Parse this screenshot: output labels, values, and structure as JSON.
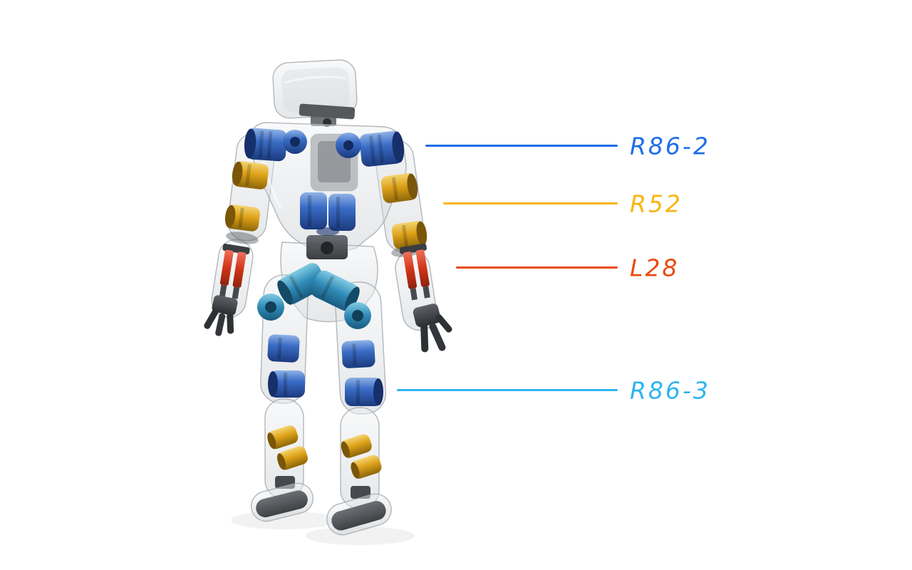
{
  "figure": {
    "description": "Translucent humanoid robot render showing color-coded internal actuators",
    "background_color": "#ffffff"
  },
  "callouts": [
    {
      "label": "R86-2",
      "color": "#1e6ee8",
      "target_part": "shoulder-actuator"
    },
    {
      "label": "R52",
      "color": "#f8b511",
      "target_part": "elbow-actuator"
    },
    {
      "label": "L28",
      "color": "#e94a0d",
      "target_part": "forearm-linear-actuator"
    },
    {
      "label": "R86-3",
      "color": "#2fb4ef",
      "target_part": "knee-actuator"
    }
  ]
}
